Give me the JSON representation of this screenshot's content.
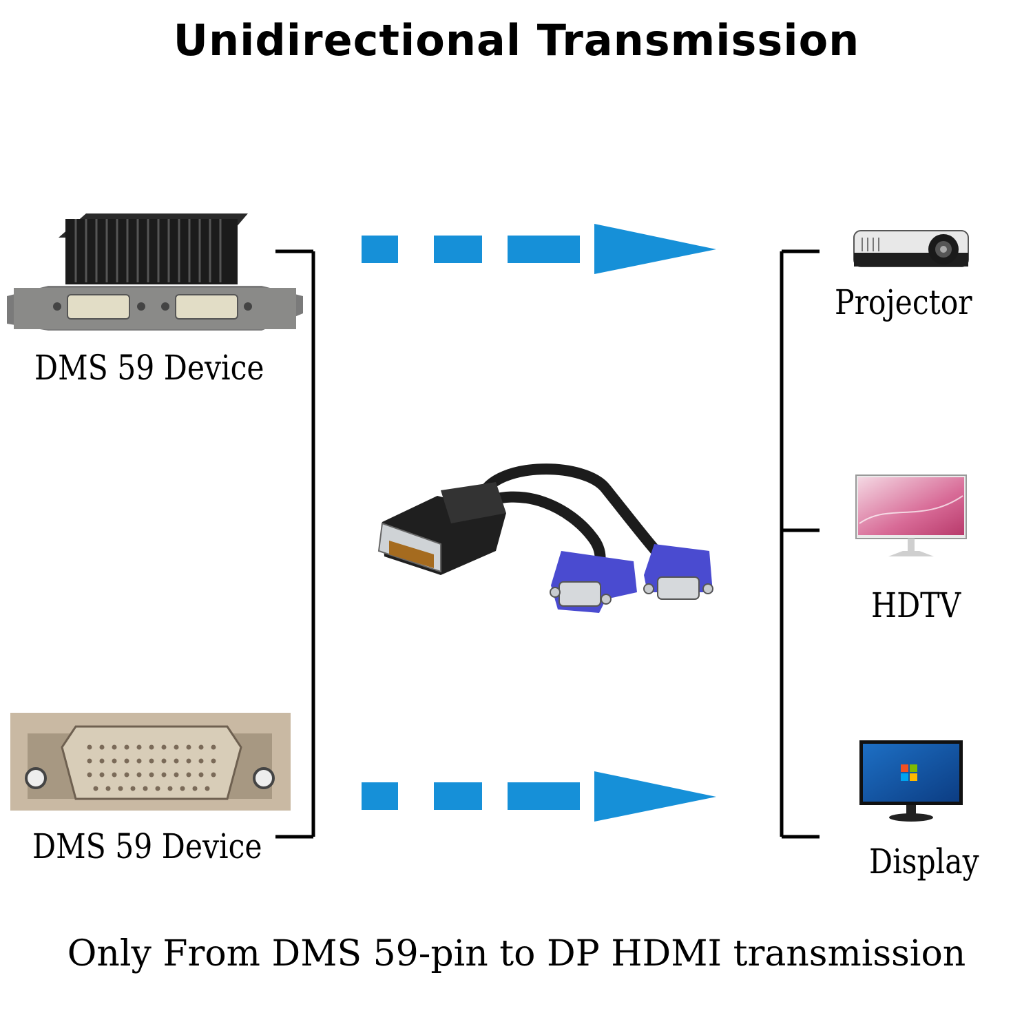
{
  "title": "Unidirectional Transmission",
  "sources": [
    {
      "label": "DMS 59 Device",
      "icon": "graphics-card-icon"
    },
    {
      "label": "DMS 59 Device",
      "icon": "dms59-port-icon"
    }
  ],
  "adapter": {
    "icon": "dms59-to-dual-vga-cable-icon"
  },
  "outputs": [
    {
      "label": "Projector",
      "icon": "projector-icon"
    },
    {
      "label": "HDTV",
      "icon": "hdtv-icon"
    },
    {
      "label": "Display",
      "icon": "display-icon"
    }
  ],
  "arrow_color": "#1690d8",
  "caption": "Only From DMS 59-pin to DP HDMI transmission"
}
